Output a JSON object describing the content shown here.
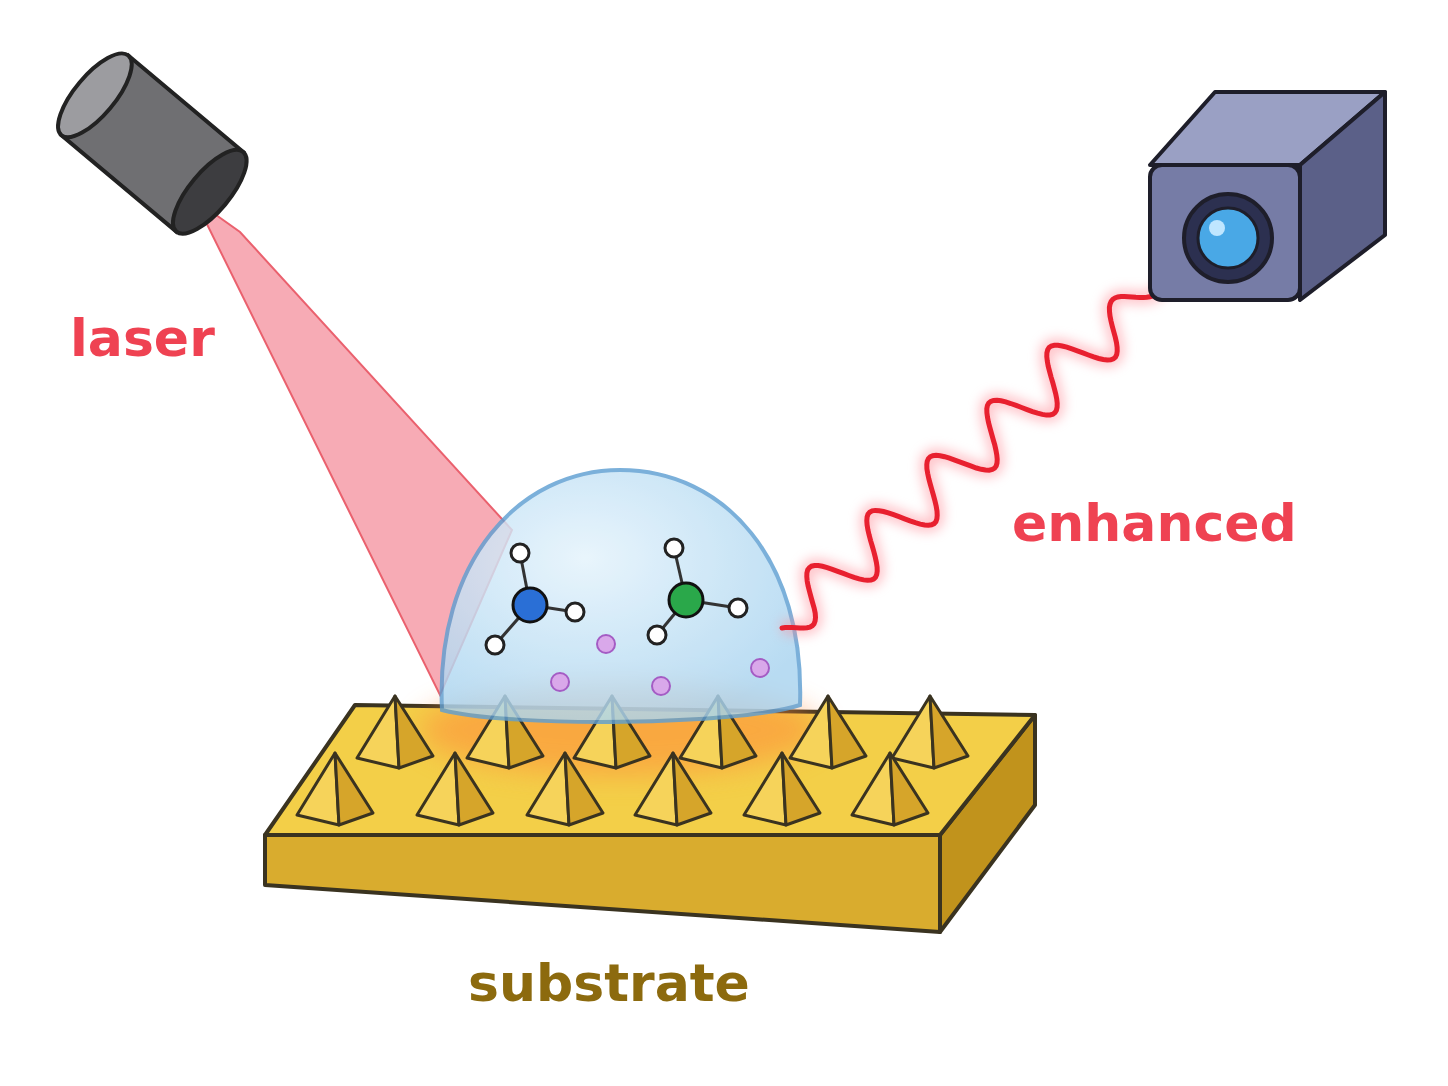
{
  "diagram": {
    "labels": [
      "laser",
      "enhanced",
      "substrate"
    ]
  }
}
